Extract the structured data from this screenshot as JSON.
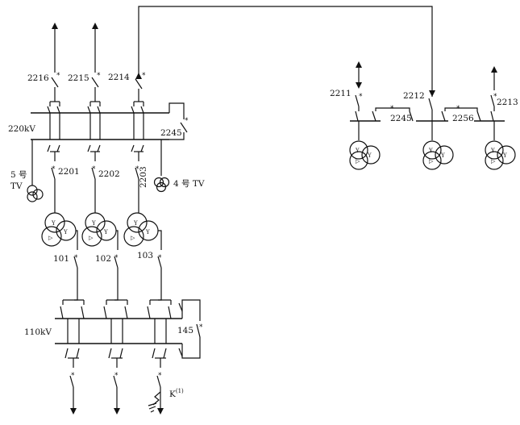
{
  "bus_labels": {
    "bus220": "220kV",
    "bus110": "110kV"
  },
  "incoming_switches": {
    "s1": "2216",
    "s2": "2215",
    "s3": "2214"
  },
  "coupler_220": "2245",
  "tv_labels": {
    "tv5": "5 号",
    "tv5b": "TV",
    "tv4": "4 号 TV"
  },
  "transformer_switches_220": {
    "t1": "2201",
    "t2": "2202",
    "t3": "2203"
  },
  "transformer_switches_110": {
    "t1": "101",
    "t2": "102",
    "t3": "103"
  },
  "coupler_110": "145",
  "fault": {
    "label": "K",
    "sup": "(1)"
  },
  "right_station": {
    "s1": "2211",
    "s2": "2212",
    "s3": "2213",
    "sec1": "2245",
    "sec2": "2256"
  },
  "star_glyph": "*"
}
